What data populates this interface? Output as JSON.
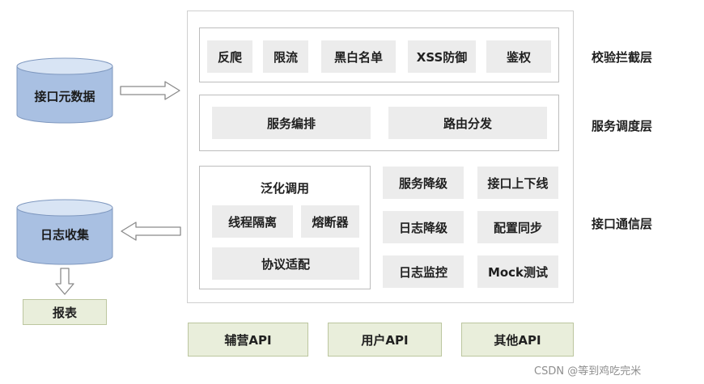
{
  "left": {
    "metadata": "接口元数据",
    "log_collect": "日志收集",
    "report": "报表"
  },
  "layers": {
    "check": {
      "label": "校验拦截层",
      "items": [
        "反爬",
        "限流",
        "黑白名单",
        "XSS防御",
        "鉴权"
      ]
    },
    "dispatch": {
      "label": "服务调度层",
      "items": [
        "服务编排",
        "路由分发"
      ]
    },
    "comm": {
      "label": "接口通信层",
      "generic": {
        "title": "泛化调用",
        "items": [
          "线程隔离",
          "熔断器",
          "协议适配"
        ]
      },
      "items": [
        "服务降级",
        "接口上下线",
        "日志降级",
        "配置同步",
        "日志监控",
        "Mock测试"
      ]
    }
  },
  "apis": [
    "辅营API",
    "用户API",
    "其他API"
  ],
  "watermark": "CSDN @等到鸡吃完米",
  "colors": {
    "box": "#ececec",
    "cylinder_top": "#d8e4f4",
    "cylinder_body": "#a9c0e2",
    "api_box": "#e9eedb"
  }
}
